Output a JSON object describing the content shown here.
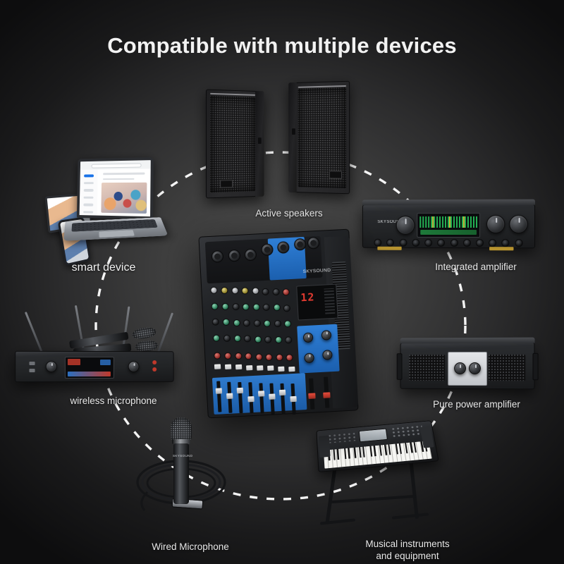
{
  "page": {
    "title": "Compatible with multiple devices",
    "background_center": "#4a4a4a",
    "background_edge": "#0d0d0e",
    "accent_color": "#2f7fd6",
    "connector_style": "dashed-circle",
    "connector_color": "#ffffff"
  },
  "center_device": {
    "name": "audio-mixer-console",
    "brand": "SKYSOUND",
    "display_value": "12",
    "accent_color": "#2f7fd6"
  },
  "nodes": [
    {
      "id": "active-speakers",
      "label": "Active speakers",
      "position": "top"
    },
    {
      "id": "integrated-amplifier",
      "label": "Integrated amplifier",
      "position": "top-right"
    },
    {
      "id": "pure-power-amplifier",
      "label": "Pure power amplifier",
      "position": "bottom-right"
    },
    {
      "id": "musical-instruments",
      "label": "Musical instruments\nand equipment",
      "position": "bottom"
    },
    {
      "id": "wired-microphone",
      "label": "Wired Microphone",
      "position": "bottom-left"
    },
    {
      "id": "wireless-microphone",
      "label": "wireless microphone",
      "position": "left"
    },
    {
      "id": "smart-device",
      "label": "smart device",
      "position": "top-left"
    }
  ]
}
